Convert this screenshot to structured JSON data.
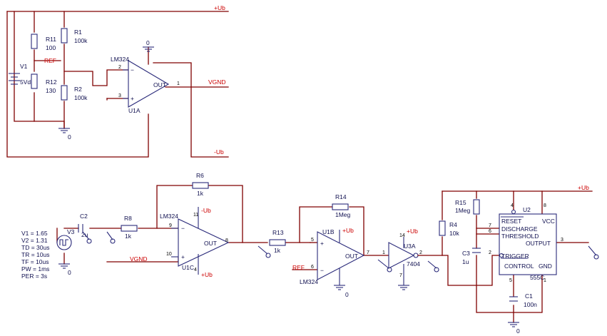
{
  "nets": {
    "ub_top": "+Ub",
    "ub_right": "+Ub",
    "ub_u1c": "+Ub",
    "ub_u1b": "+Ub",
    "ub_u3a": "+Ub",
    "mub_bottom": "-Ub",
    "mub_u1c": "-Ub",
    "ref_top": "REF",
    "ref_u1b": "REF",
    "vgnd_out": "VGND",
    "vgnd_u1c": "VGND",
    "gnd_u1a": "0",
    "gnd_v1": "0",
    "gnd_v3": "0",
    "gnd_u1b": "0",
    "gnd_c1": "0"
  },
  "components": {
    "v1": {
      "ref": "V1",
      "value": "5Vdc"
    },
    "r11": {
      "ref": "R11",
      "value": "100"
    },
    "r12": {
      "ref": "R12",
      "value": "130"
    },
    "r1": {
      "ref": "R1",
      "value": "100k"
    },
    "r2": {
      "ref": "R2",
      "value": "100k"
    },
    "u1a": {
      "ref": "U1A",
      "part": "LM324",
      "out": "OUT",
      "pin_inv": "2",
      "pin_noninv": "3",
      "pin_out": "1"
    },
    "r6": {
      "ref": "R6",
      "value": "1k"
    },
    "c2": {
      "ref": "C2",
      "value": "2u"
    },
    "r8": {
      "ref": "R8",
      "value": "1k"
    },
    "u1c": {
      "ref": "U1C",
      "part": "LM324",
      "out": "OUT",
      "pin_inv": "9",
      "pin_noninv": "10",
      "pin_out": "8",
      "pin_vp": "4",
      "pin_vn": "11"
    },
    "v3": {
      "ref": "V3",
      "params": [
        "V1 = 1.65",
        "V2 = 1.31",
        "TD = 30us",
        "TR = 10us",
        "TF = 10us",
        "PW = 1ms",
        "PER = 3s"
      ]
    },
    "r13": {
      "ref": "R13",
      "value": "1k"
    },
    "r14": {
      "ref": "R14",
      "value": "1Meg"
    },
    "u1b": {
      "ref": "U1B",
      "part": "LM324",
      "out": "OUT",
      "pin_noninv": "5",
      "pin_inv": "6",
      "pin_out": "7"
    },
    "u3a": {
      "ref": "U3A",
      "part": "7404",
      "pin_in": "1",
      "pin_out": "2",
      "pin_vcc": "14",
      "pin_gnd": "7"
    },
    "r15": {
      "ref": "R15",
      "value": "1Meg"
    },
    "r4": {
      "ref": "R4",
      "value": "10k"
    },
    "c3": {
      "ref": "C3",
      "value": "1u"
    },
    "c1": {
      "ref": "C1",
      "value": "100n"
    },
    "u2": {
      "ref": "U2",
      "part": "555C",
      "reset": "RESET",
      "vcc": "VCC",
      "discharge": "DISCHARGE",
      "threshold": "THRESHOLD",
      "output": "OUTPUT",
      "trigger": "TRIGGER",
      "control": "CONTROL",
      "gnd": "GND",
      "pin_reset": "4",
      "pin_vcc": "8",
      "pin_dis": "7",
      "pin_thr": "6",
      "pin_out": "3",
      "pin_trig": "2",
      "pin_ctrl": "5",
      "pin_gnd": "1"
    }
  },
  "colors": {
    "wire": "#800000",
    "component": "#2a2a7a",
    "net_label": "#cc0000",
    "text": "#101050"
  }
}
